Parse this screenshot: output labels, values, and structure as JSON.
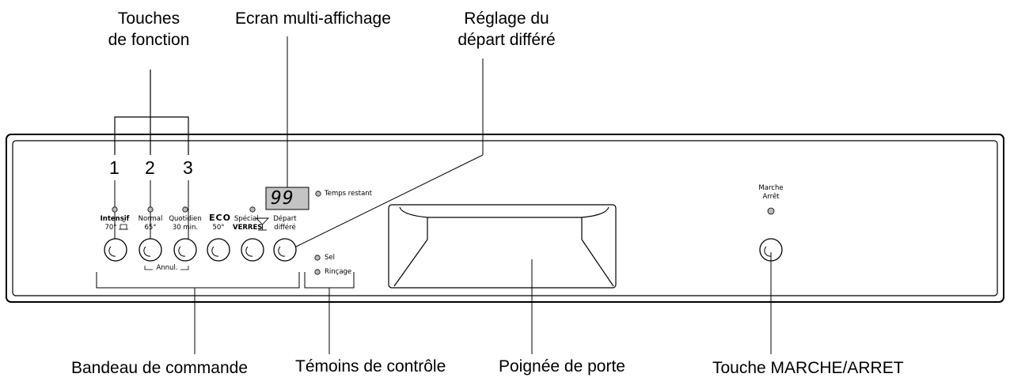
{
  "callouts": {
    "function_keys": [
      "Touches",
      "de fonction"
    ],
    "display": "Ecran multi-affichage",
    "delay": [
      "Réglage du",
      "départ différé"
    ],
    "control_panel": "Bandeau de commande",
    "indicators": "Témoins de contrôle",
    "handle": "Poignée de porte",
    "power_button": "Touche MARCHE/ARRET"
  },
  "key_numbers": [
    "1",
    "2",
    "3"
  ],
  "programs": {
    "intensif": [
      "Intensif",
      "70°"
    ],
    "normal": [
      "Normal",
      "65°"
    ],
    "quotidien": [
      "Quotidien",
      "30 min."
    ],
    "eco": [
      "ECO",
      "50°"
    ],
    "special": [
      "Spécial",
      "VERRES"
    ],
    "depart": [
      "Départ",
      "différé"
    ]
  },
  "annul_label": "Annul.",
  "display": {
    "digits": "99",
    "temps_restant": "Temps restant"
  },
  "leds": {
    "sel": "Sel",
    "rincage": "Rinçage"
  },
  "power": [
    "Marche",
    "Arrêt"
  ],
  "icons": [
    "pan-icon",
    "glass-icon"
  ]
}
